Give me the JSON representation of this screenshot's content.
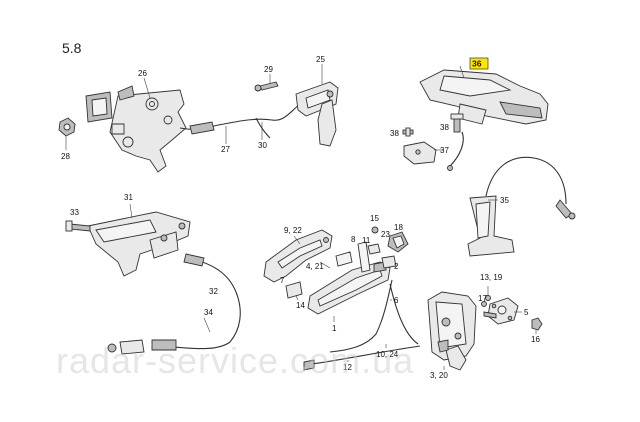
{
  "section": "5.8",
  "callouts": {
    "c36": "36",
    "c26": "26",
    "c25": "25",
    "c29": "29",
    "c28": "28",
    "c27": "27",
    "c30": "30",
    "c38a": "38",
    "c38b": "38",
    "c37": "37",
    "c35": "35",
    "c31": "31",
    "c33": "33",
    "c32": "32",
    "c34": "34",
    "c9_22": "9, 22",
    "c4_21": "4, 21",
    "c7": "7",
    "c14": "14",
    "c1": "1",
    "c15": "15",
    "c8": "8",
    "c11": "11",
    "c23": "23",
    "c18": "18",
    "c2": "2",
    "c6": "6",
    "c10_24": "10, 24",
    "c12": "12",
    "c3_20": "3, 20",
    "c13_19": "13, 19",
    "c17": "17",
    "c5": "5",
    "c16": "16"
  },
  "highlight_color": "#ffe600",
  "watermark": "radar-service.com.ua"
}
